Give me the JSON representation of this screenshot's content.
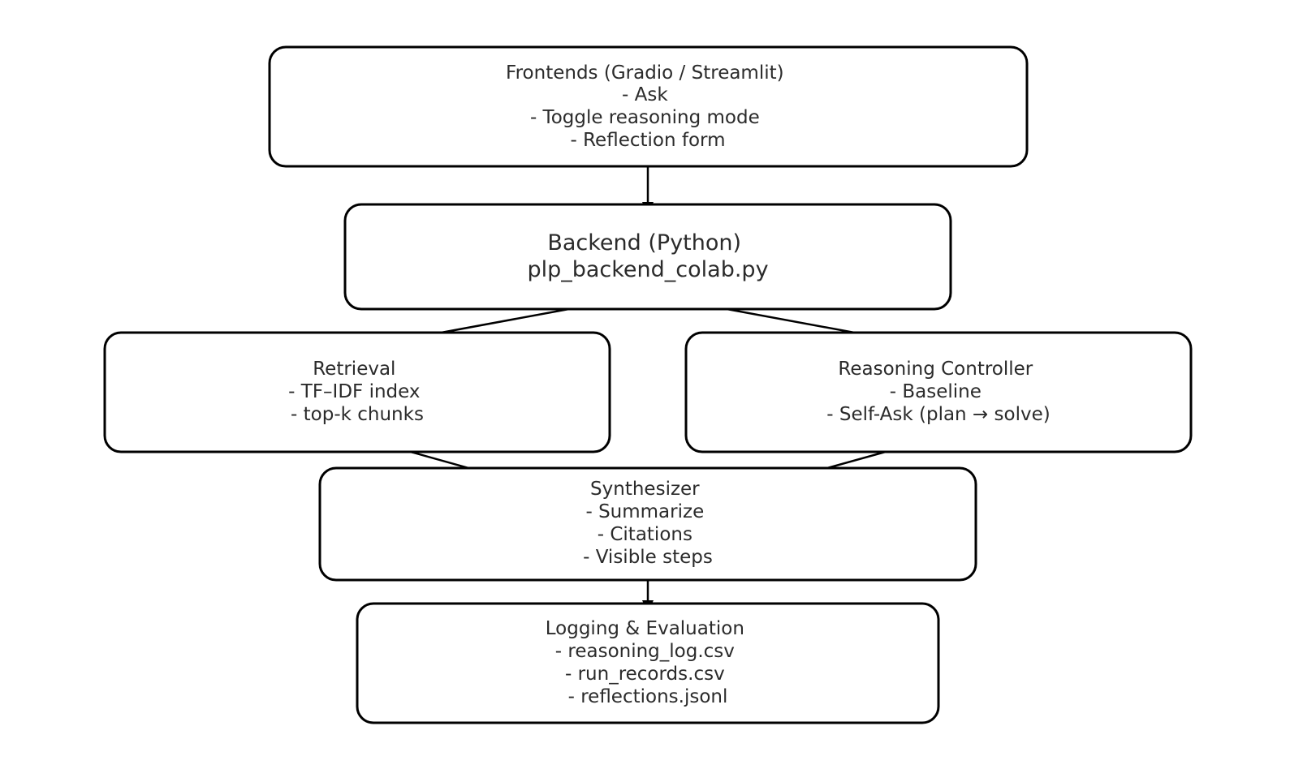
{
  "boxes": {
    "frontends": {
      "lines": [
        "Frontends (Gradio / Streamlit)",
        "- Ask",
        "- Toggle reasoning mode",
        "- Reflection form"
      ]
    },
    "backend": {
      "lines": [
        "Backend (Python)",
        "plp_backend_colab.py"
      ]
    },
    "retrieval": {
      "lines": [
        "Retrieval",
        "- TF–IDF index",
        "- top-k chunks"
      ]
    },
    "reasoning": {
      "lines": [
        "Reasoning Controller",
        "- Baseline",
        "- Self-Ask (plan → solve)"
      ]
    },
    "synthesizer": {
      "lines": [
        "Synthesizer",
        "- Summarize",
        "- Citations",
        "- Visible steps"
      ]
    },
    "logging": {
      "lines": [
        "Logging & Evaluation",
        "- reasoning_log.csv",
        "- run_records.csv",
        "- reflections.jsonl"
      ]
    }
  },
  "edges": [
    {
      "from": "frontends",
      "to": "backend"
    },
    {
      "from": "backend",
      "to": "retrieval"
    },
    {
      "from": "backend",
      "to": "reasoning"
    },
    {
      "from": "retrieval",
      "to": "synthesizer"
    },
    {
      "from": "reasoning",
      "to": "synthesizer"
    },
    {
      "from": "synthesizer",
      "to": "logging"
    }
  ]
}
